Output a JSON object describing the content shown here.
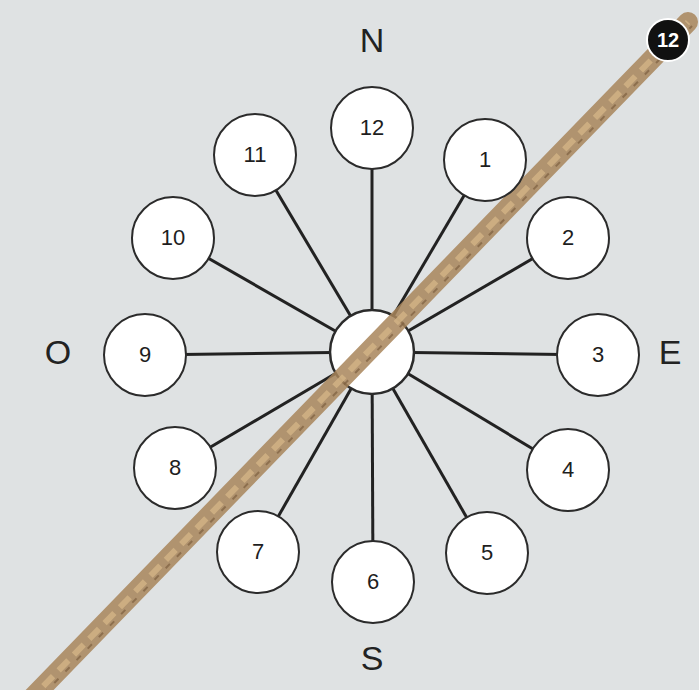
{
  "diagram": {
    "nodes": [
      {
        "text": [
          "12"
        ]
      },
      {
        "text": [
          "12"
        ]
      },
      {
        "text": [
          "1"
        ]
      },
      {
        "text": [
          "2"
        ]
      },
      {
        "text": [
          "3"
        ]
      },
      {
        "text": [
          "4"
        ]
      },
      {
        "text": [
          "5"
        ]
      },
      {
        "text": [
          "6"
        ]
      },
      {
        "text": [
          "7"
        ]
      },
      {
        "text": [
          "8"
        ]
      },
      {
        "text": [
          "9"
        ]
      },
      {
        "text": [
          "10"
        ]
      },
      {
        "text": [
          "11"
        ]
      }
    ],
    "labels": [
      "N",
      "O",
      "E",
      "S"
    ]
  }
}
